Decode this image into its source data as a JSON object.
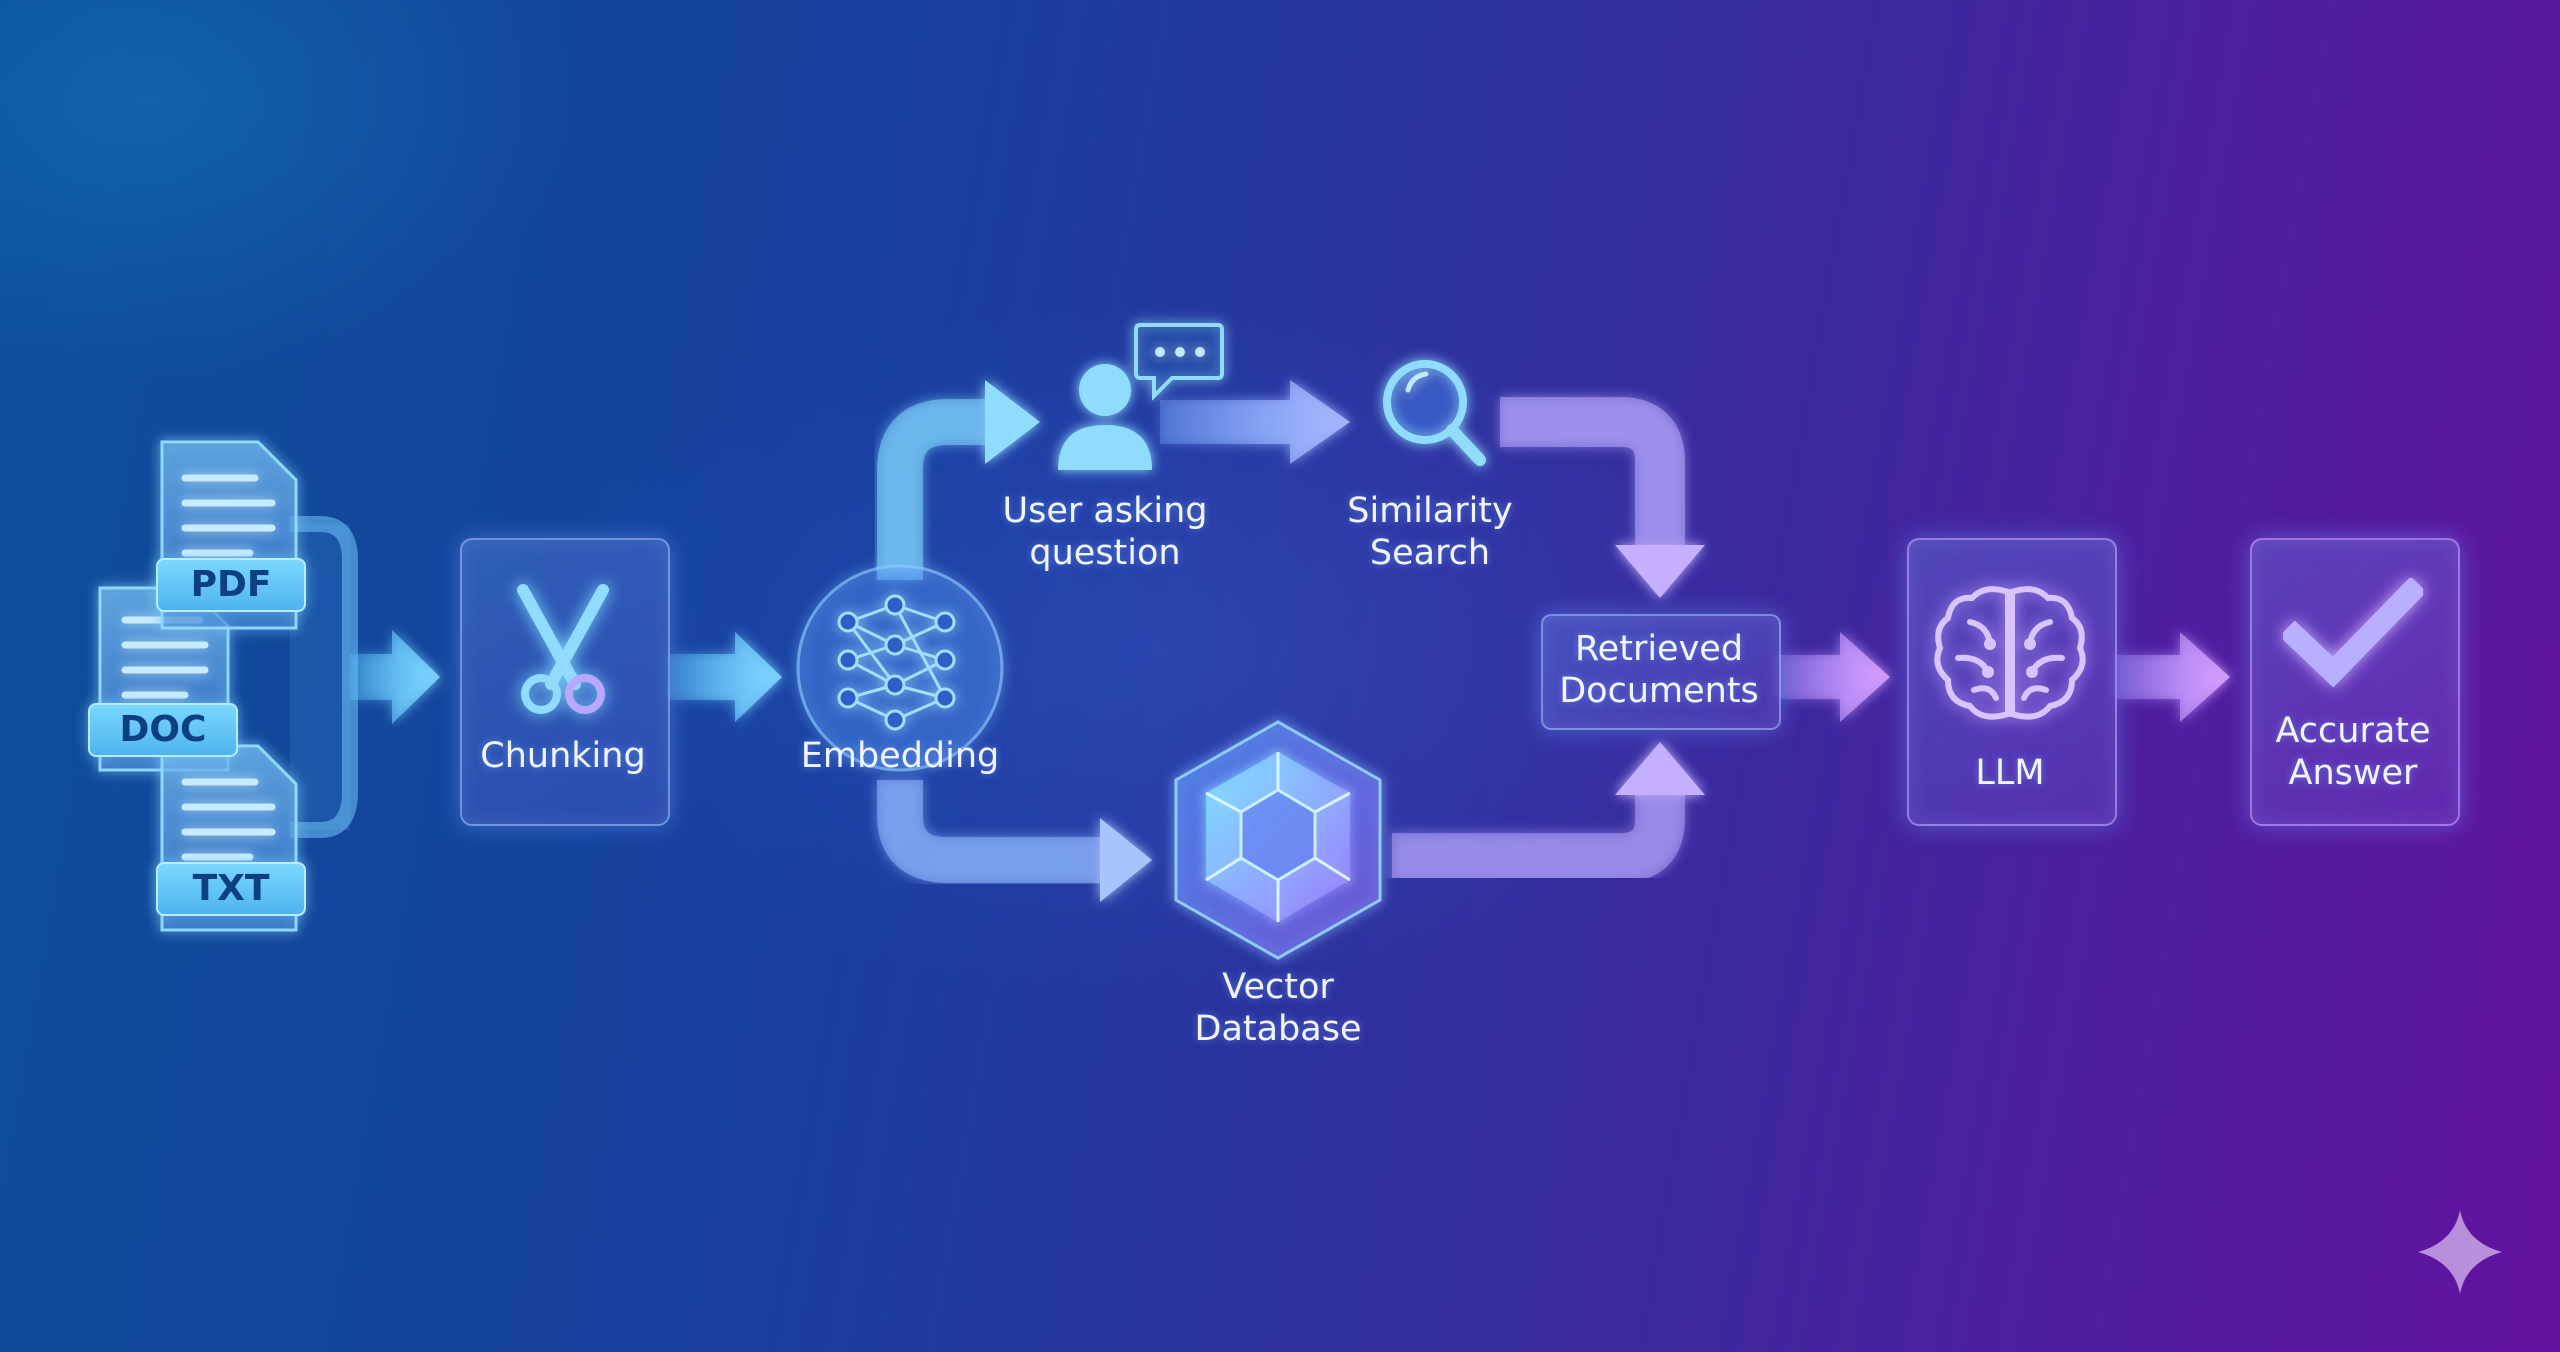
{
  "files": {
    "pdf": "PDF",
    "doc": "DOC",
    "txt": "TXT"
  },
  "steps": {
    "chunking": "Chunking",
    "embedding": "Embedding",
    "user_line1": "User asking",
    "user_line2": "question",
    "similarity_line1": "Similarity",
    "similarity_line2": "Search",
    "vector_line1": "Vector",
    "vector_line2": "Database",
    "retrieved_line1": "Retrieved",
    "retrieved_line2": "Documents",
    "llm": "LLM",
    "answer_line1": "Accurate",
    "answer_line2": "Answer"
  },
  "icons": [
    "file-icon",
    "scissors-icon",
    "neural-network-icon",
    "user-icon",
    "chat-bubble-icon",
    "magnifier-icon",
    "cube-icon",
    "brain-icon",
    "checkmark-icon",
    "sparkle-icon"
  ],
  "colors": {
    "bg_left": "#0d4f9a",
    "bg_right": "#6312a0",
    "accent_cyan": "#6fd0ff",
    "accent_violet": "#c58cff"
  }
}
